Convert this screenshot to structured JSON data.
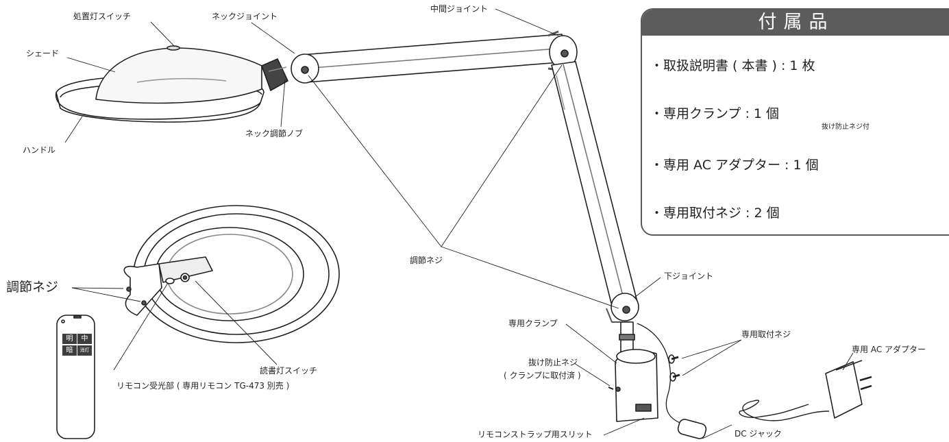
{
  "diagram_labels": {
    "shade": "シェード",
    "treatment_switch": "処置灯スイッチ",
    "neck_joint": "ネックジョイント",
    "middle_joint": "中間ジョイント",
    "neck_knob": "ネック調節ノブ",
    "handle": "ハンドル",
    "adjust_screw": "調節ネジ",
    "adjust_screw_large": "調節ネジ",
    "lower_joint": "下ジョイント",
    "clamp": "専用クランプ",
    "antislip_screw_line1": "抜け防止ネジ",
    "antislip_screw_line2": "( クランプに取付済 )",
    "mount_screw": "専用取付ネジ",
    "ac_adapter": "専用 AC アダプター",
    "reading_switch": "読書灯スイッチ",
    "receiver": "リモコン受光部 ( 専用リモコン TG-473 別売 )",
    "strap_slit": "リモコンストラップ用スリット",
    "dc_jack": "DC ジャック"
  },
  "remote": {
    "key_bright": "明",
    "key_mid": "中",
    "key_dark": "暗",
    "key_off": "消灯"
  },
  "accessories": {
    "title": "付属品",
    "items": [
      "・取扱説明書 ( 本書 ) : 1 枚",
      "・専用クランプ : 1 個",
      "・専用 AC アダプター : 1 個",
      "・専用取付ネジ : 2 個"
    ],
    "clamp_note": "抜け防止ネジ付"
  }
}
